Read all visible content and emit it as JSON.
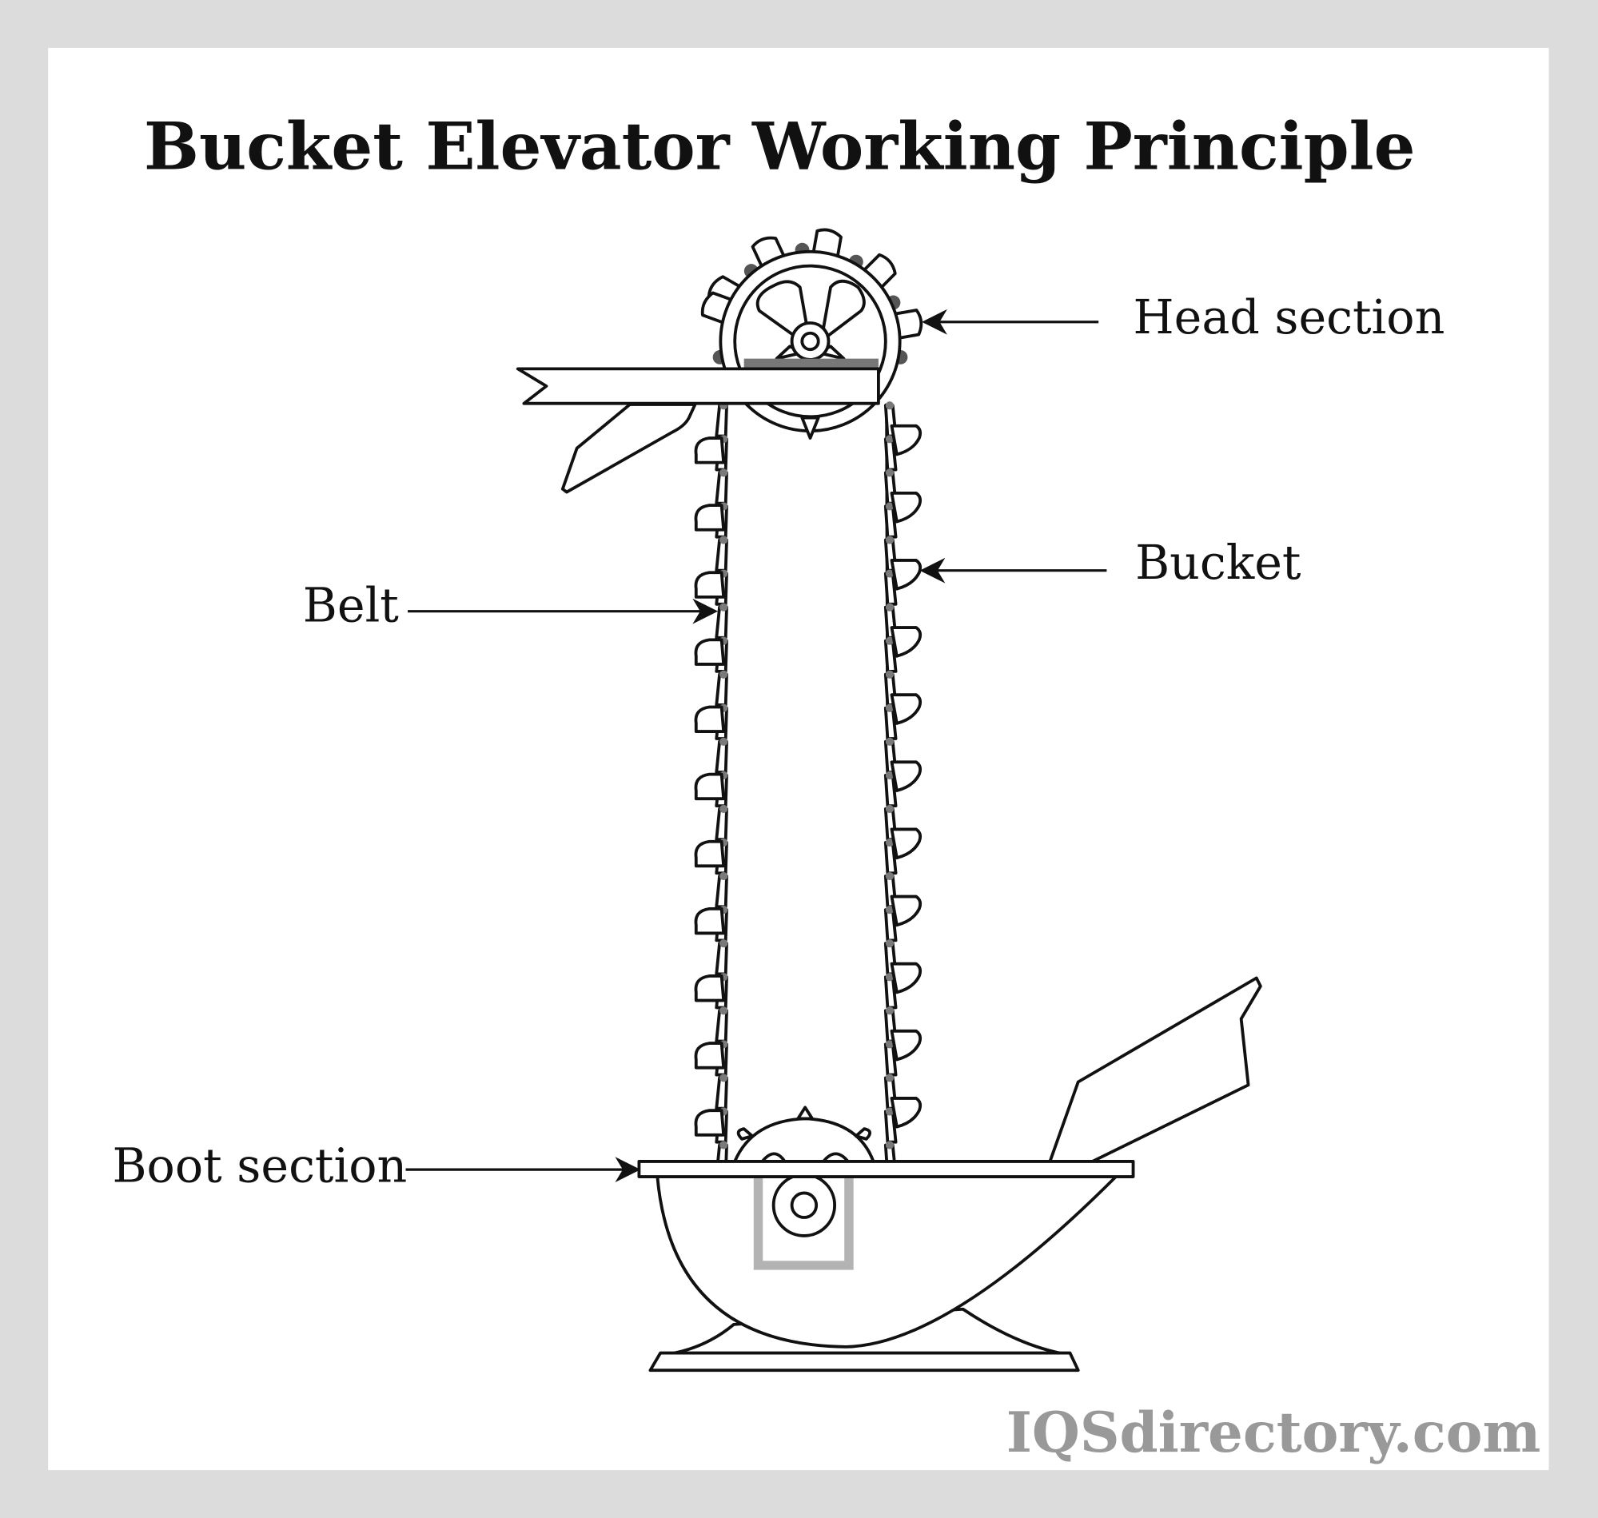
{
  "title": "Bucket Elevator Working Principle",
  "labels": {
    "head": "Head section",
    "bucket": "Bucket",
    "belt": "Belt",
    "boot": "Boot section"
  },
  "watermark": "IQSdirectory.com",
  "colors": {
    "background": "#dcdcdc",
    "panel": "#ffffff",
    "line": "#111111",
    "link_dot": "#7a7a7a",
    "bracket": "#b3b3b3",
    "watermark": "#999999"
  }
}
